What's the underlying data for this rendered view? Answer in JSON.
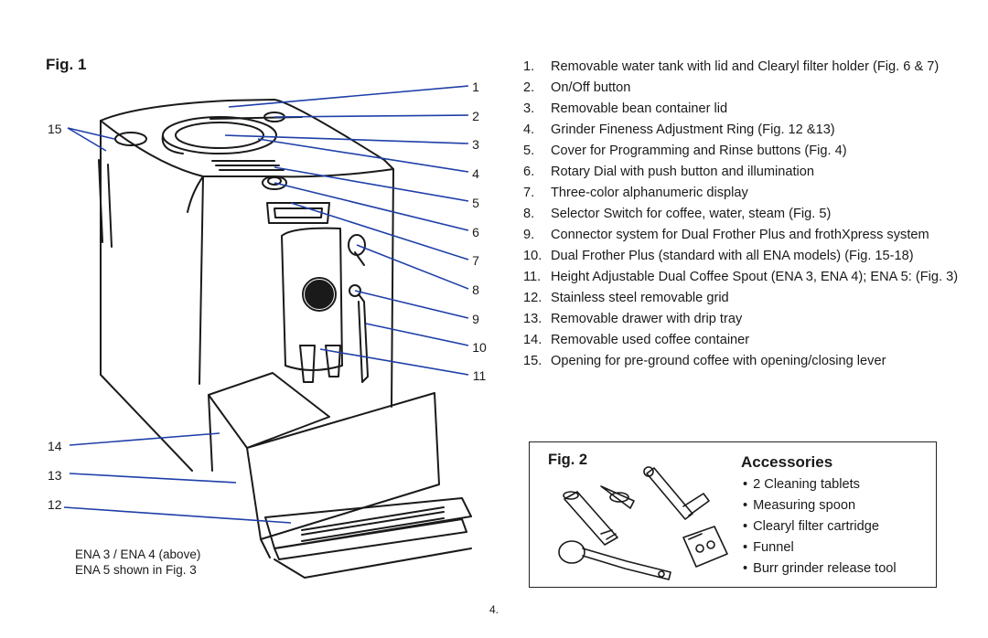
{
  "figure1": {
    "title": "Fig. 1",
    "callouts": [
      "1",
      "2",
      "3",
      "4",
      "5",
      "6",
      "7",
      "8",
      "9",
      "10",
      "11",
      "12",
      "13",
      "14",
      "15"
    ],
    "caption_lines": [
      "ENA 3 / ENA 4 (above)",
      "ENA 5 shown in Fig. 3"
    ],
    "callout_line_color": "#1f3fa8"
  },
  "parts_list": [
    {
      "num": "1.",
      "text": "Removable water tank with lid and Clearyl filter holder (Fig. 6 & 7)"
    },
    {
      "num": "2.",
      "text": "On/Off button"
    },
    {
      "num": "3.",
      "text": "Removable bean container lid"
    },
    {
      "num": "4.",
      "text": "Grinder Fineness Adjustment Ring (Fig. 12 &13)"
    },
    {
      "num": "5.",
      "text": "Cover for Programming and Rinse buttons (Fig. 4)"
    },
    {
      "num": "6.",
      "text": "Rotary Dial with push button and illumination"
    },
    {
      "num": "7.",
      "text": "Three-color alphanumeric display"
    },
    {
      "num": "8.",
      "text": "Selector Switch for coffee, water, steam (Fig. 5)"
    },
    {
      "num": "9.",
      "text": "Connector system for Dual Frother Plus and frothXpress system"
    },
    {
      "num": "10.",
      "text": "Dual Frother Plus (standard with all ENA models) (Fig. 15-18)"
    },
    {
      "num": "11.",
      "text": "Height Adjustable Dual Coffee Spout (ENA 3, ENA 4); ENA 5: (Fig. 3)"
    },
    {
      "num": "12.",
      "text": "Stainless steel removable grid"
    },
    {
      "num": "13.",
      "text": "Removable drawer with drip tray"
    },
    {
      "num": "14.",
      "text": "Removable used coffee container"
    },
    {
      "num": "15.",
      "text": "Opening for pre-ground coffee with opening/closing lever"
    }
  ],
  "figure2": {
    "title": "Fig. 2",
    "accessories_title": "Accessories",
    "items": [
      "2 Cleaning tablets",
      "Measuring spoon",
      "Clearyl filter cartridge",
      "Funnel",
      "Burr grinder release tool"
    ]
  },
  "page_number": "4."
}
